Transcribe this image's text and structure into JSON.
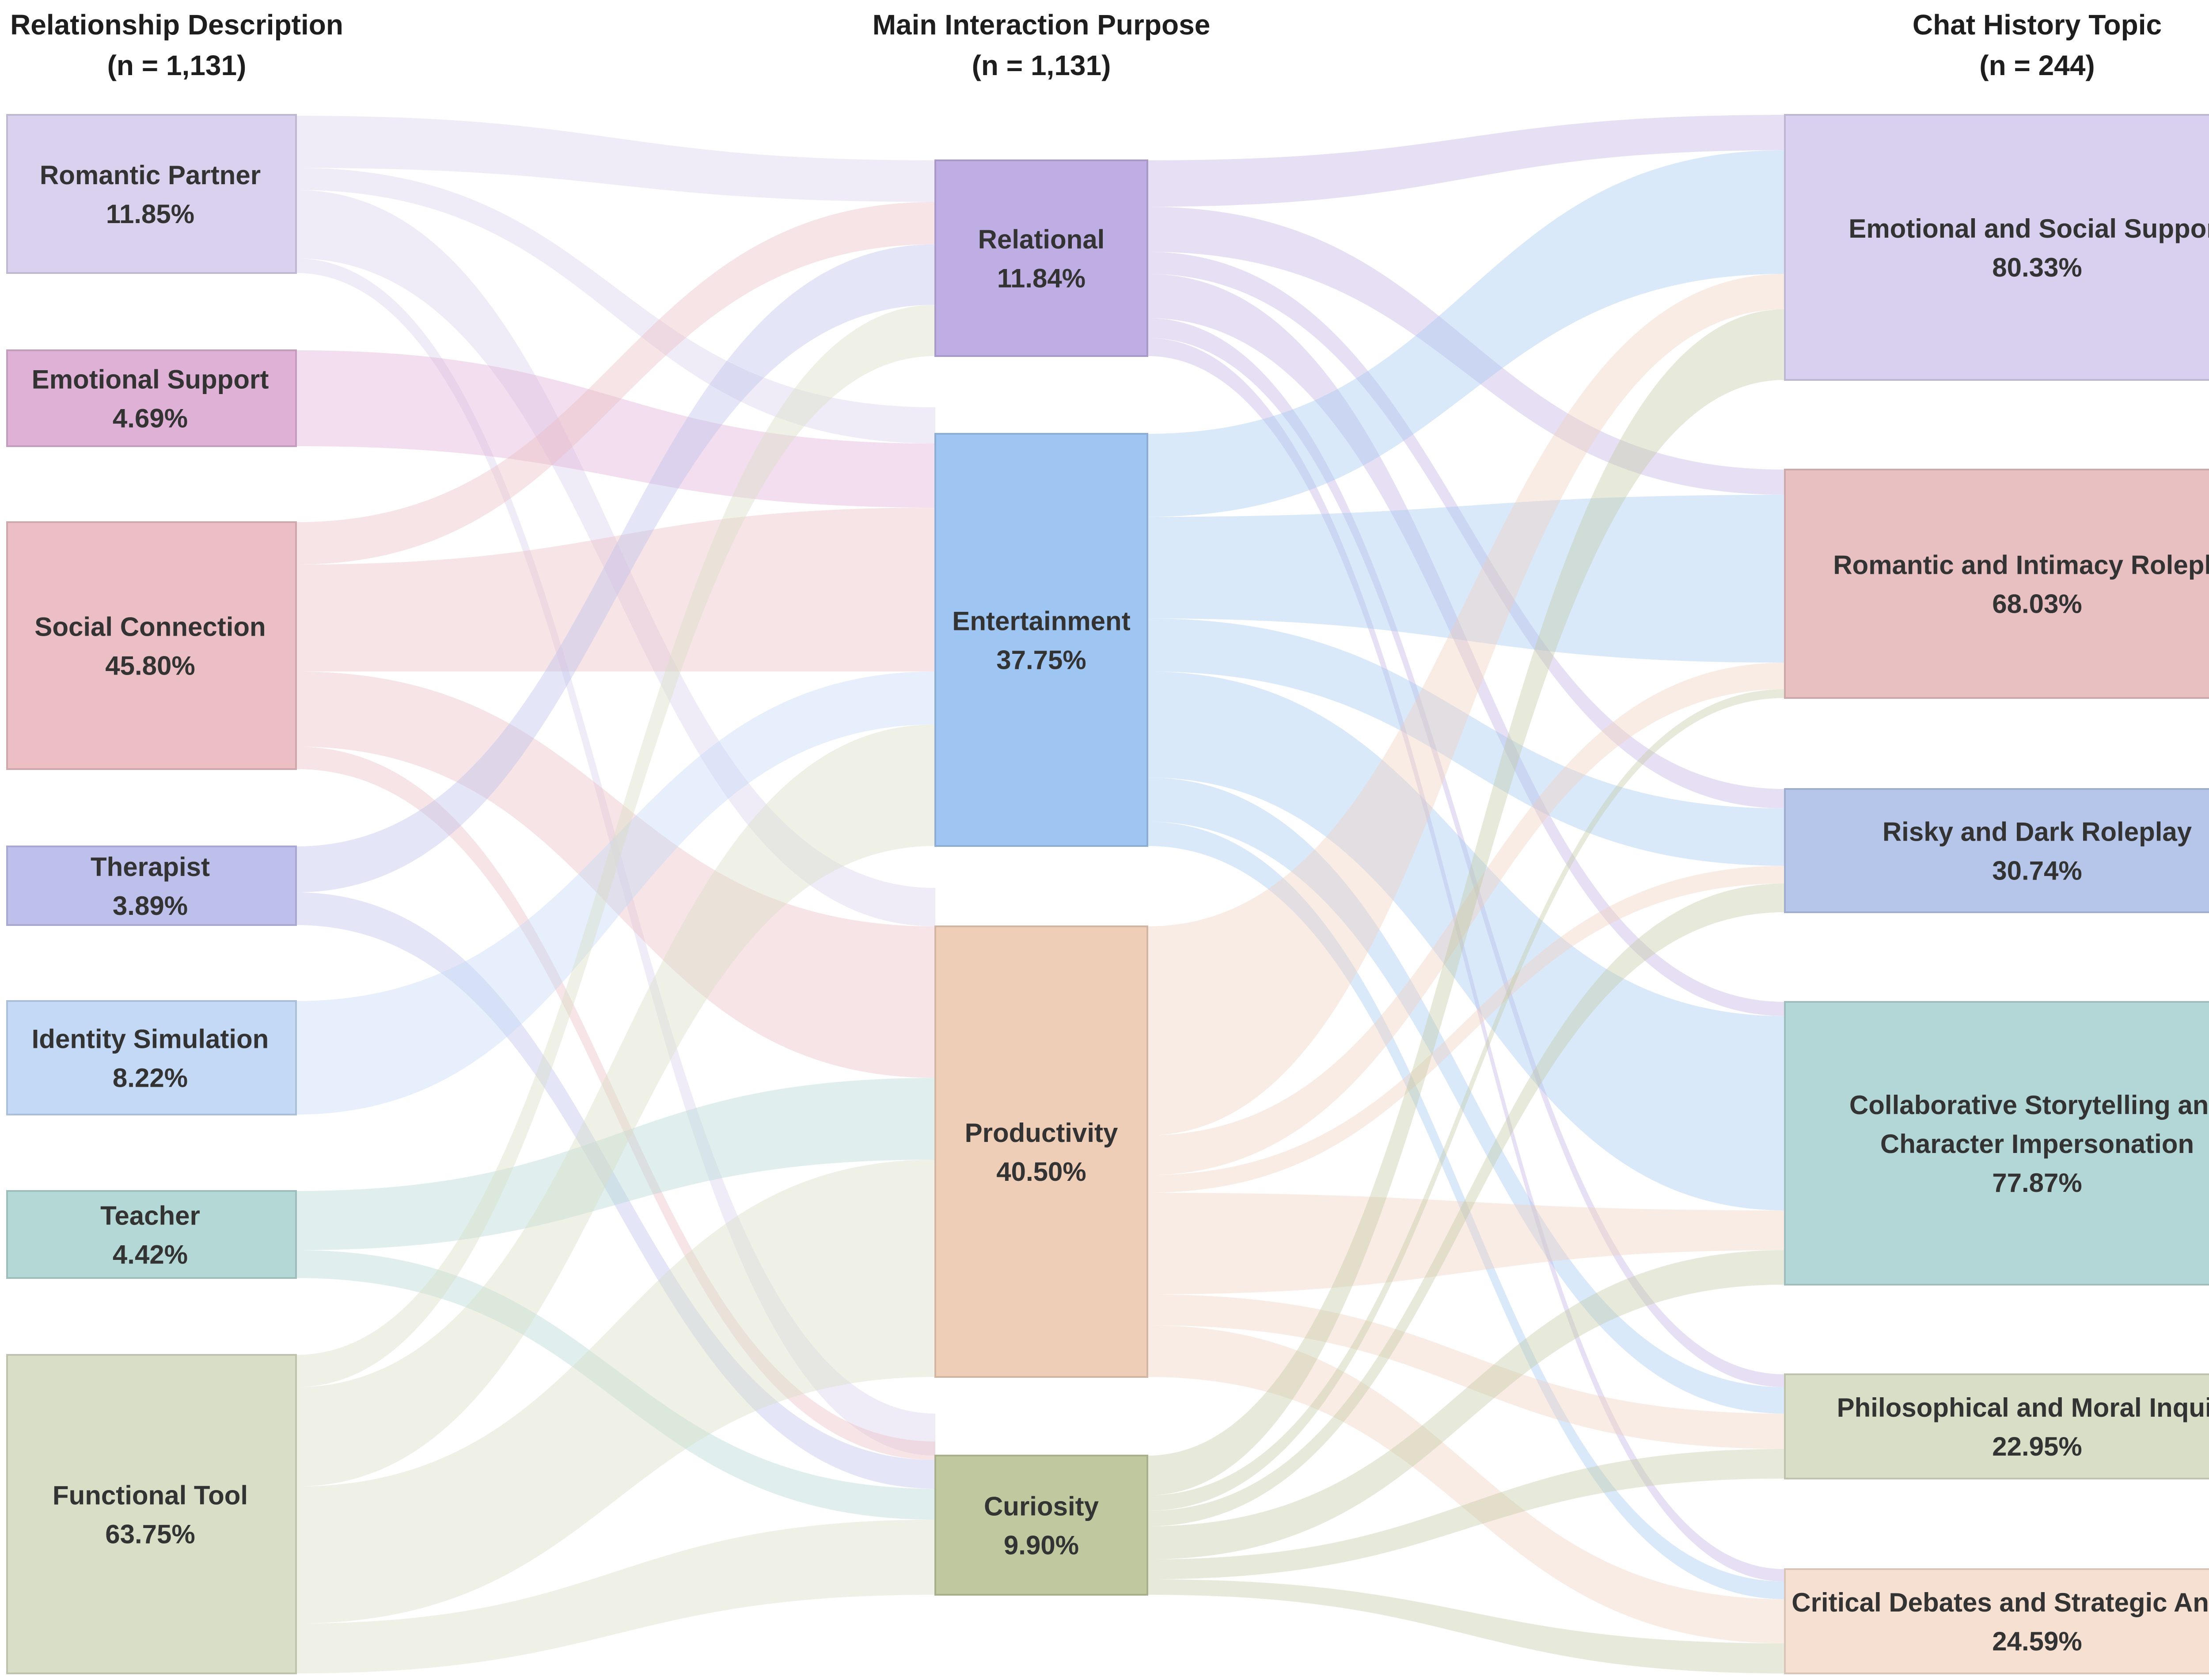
{
  "columns": [
    {
      "title": "Relationship Description",
      "subtitle": "(n = 1,131)"
    },
    {
      "title": "Main Interaction Purpose",
      "subtitle": "(n = 1,131)"
    },
    {
      "title": "Chat History Topic",
      "subtitle": "(n = 244)"
    }
  ],
  "nodes": {
    "left": [
      {
        "id": "romantic_partner",
        "lines": [
          "Romantic Partner",
          "11.85%"
        ],
        "value": 11.85,
        "color": "#d9d1ee"
      },
      {
        "id": "emotional_support",
        "lines": [
          "Emotional Support",
          "4.69%"
        ],
        "value": 4.69,
        "color": "#dfb1d6"
      },
      {
        "id": "social_connection",
        "lines": [
          "Social Connection",
          "45.80%"
        ],
        "value": 45.8,
        "color": "#ebbfc4"
      },
      {
        "id": "therapist",
        "lines": [
          "Therapist",
          "3.89%"
        ],
        "value": 3.89,
        "color": "#bec0ec"
      },
      {
        "id": "identity_simulation",
        "lines": [
          "Identity Simulation",
          "8.22%"
        ],
        "value": 8.22,
        "color": "#c3d9f6"
      },
      {
        "id": "teacher",
        "lines": [
          "Teacher",
          "4.42%"
        ],
        "value": 4.42,
        "color": "#b4d8d6"
      },
      {
        "id": "functional_tool",
        "lines": [
          "Functional Tool",
          "63.75%"
        ],
        "value": 63.75,
        "color": "#d9dec6"
      }
    ],
    "middle": [
      {
        "id": "relational",
        "lines": [
          "Relational",
          "11.84%"
        ],
        "value": 11.84,
        "color": "#bfaee3"
      },
      {
        "id": "entertainment",
        "lines": [
          "Entertainment",
          "37.75%"
        ],
        "value": 37.75,
        "color": "#9fc6f2"
      },
      {
        "id": "productivity",
        "lines": [
          "Productivity",
          "40.50%"
        ],
        "value": 40.5,
        "color": "#efceb8"
      },
      {
        "id": "curiosity",
        "lines": [
          "Curiosity",
          "9.90%"
        ],
        "value": 9.9,
        "color": "#bfc89e"
      }
    ],
    "right": [
      {
        "id": "emotional_social_support",
        "lines": [
          "Emotional and Social Support",
          "80.33%"
        ],
        "value": 80.33,
        "color": "#d8d0ee"
      },
      {
        "id": "romantic_intimacy_roleplay",
        "lines": [
          "Romantic and Intimacy Roleplay",
          "68.03%"
        ],
        "value": 68.03,
        "color": "#e9c0c2"
      },
      {
        "id": "risky_dark_roleplay",
        "lines": [
          "Risky and Dark Roleplay",
          "30.74%"
        ],
        "value": 30.74,
        "color": "#b6c6ea"
      },
      {
        "id": "collab_storytelling",
        "lines": [
          "Collaborative Storytelling and",
          "Character Impersonation",
          "77.87%"
        ],
        "value": 77.87,
        "color": "#b3d7d6"
      },
      {
        "id": "philosophical_moral",
        "lines": [
          "Philosophical and Moral Inquiry",
          "22.95%"
        ],
        "value": 22.95,
        "color": "#d9dec6"
      },
      {
        "id": "critical_debates",
        "lines": [
          "Critical Debates and Strategic Analysis",
          "24.59%"
        ],
        "value": 24.59,
        "color": "#f5e0d1"
      }
    ]
  },
  "links_left": [
    {
      "source": "romantic_partner",
      "target": "relational"
    },
    {
      "source": "romantic_partner",
      "target": "entertainment"
    },
    {
      "source": "romantic_partner",
      "target": "productivity"
    },
    {
      "source": "romantic_partner",
      "target": "curiosity"
    },
    {
      "source": "emotional_support",
      "target": "entertainment"
    },
    {
      "source": "social_connection",
      "target": "relational"
    },
    {
      "source": "social_connection",
      "target": "entertainment"
    },
    {
      "source": "social_connection",
      "target": "productivity"
    },
    {
      "source": "social_connection",
      "target": "curiosity"
    },
    {
      "source": "therapist",
      "target": "relational"
    },
    {
      "source": "therapist",
      "target": "curiosity"
    },
    {
      "source": "identity_simulation",
      "target": "entertainment"
    },
    {
      "source": "teacher",
      "target": "productivity"
    },
    {
      "source": "teacher",
      "target": "curiosity"
    },
    {
      "source": "functional_tool",
      "target": "relational"
    },
    {
      "source": "functional_tool",
      "target": "entertainment"
    },
    {
      "source": "functional_tool",
      "target": "productivity"
    },
    {
      "source": "functional_tool",
      "target": "curiosity"
    }
  ],
  "links_right": [
    {
      "source": "relational",
      "target": "emotional_social_support"
    },
    {
      "source": "relational",
      "target": "romantic_intimacy_roleplay"
    },
    {
      "source": "relational",
      "target": "risky_dark_roleplay"
    },
    {
      "source": "relational",
      "target": "collab_storytelling"
    },
    {
      "source": "relational",
      "target": "philosophical_moral"
    },
    {
      "source": "relational",
      "target": "critical_debates"
    },
    {
      "source": "entertainment",
      "target": "emotional_social_support"
    },
    {
      "source": "entertainment",
      "target": "romantic_intimacy_roleplay"
    },
    {
      "source": "entertainment",
      "target": "risky_dark_roleplay"
    },
    {
      "source": "entertainment",
      "target": "collab_storytelling"
    },
    {
      "source": "entertainment",
      "target": "philosophical_moral"
    },
    {
      "source": "entertainment",
      "target": "critical_debates"
    },
    {
      "source": "productivity",
      "target": "emotional_social_support"
    },
    {
      "source": "productivity",
      "target": "romantic_intimacy_roleplay"
    },
    {
      "source": "productivity",
      "target": "risky_dark_roleplay"
    },
    {
      "source": "productivity",
      "target": "collab_storytelling"
    },
    {
      "source": "productivity",
      "target": "philosophical_moral"
    },
    {
      "source": "productivity",
      "target": "critical_debates"
    },
    {
      "source": "curiosity",
      "target": "emotional_social_support"
    },
    {
      "source": "curiosity",
      "target": "romantic_intimacy_roleplay"
    },
    {
      "source": "curiosity",
      "target": "risky_dark_roleplay"
    },
    {
      "source": "curiosity",
      "target": "collab_storytelling"
    },
    {
      "source": "curiosity",
      "target": "philosophical_moral"
    },
    {
      "source": "curiosity",
      "target": "critical_debates"
    }
  ]
}
